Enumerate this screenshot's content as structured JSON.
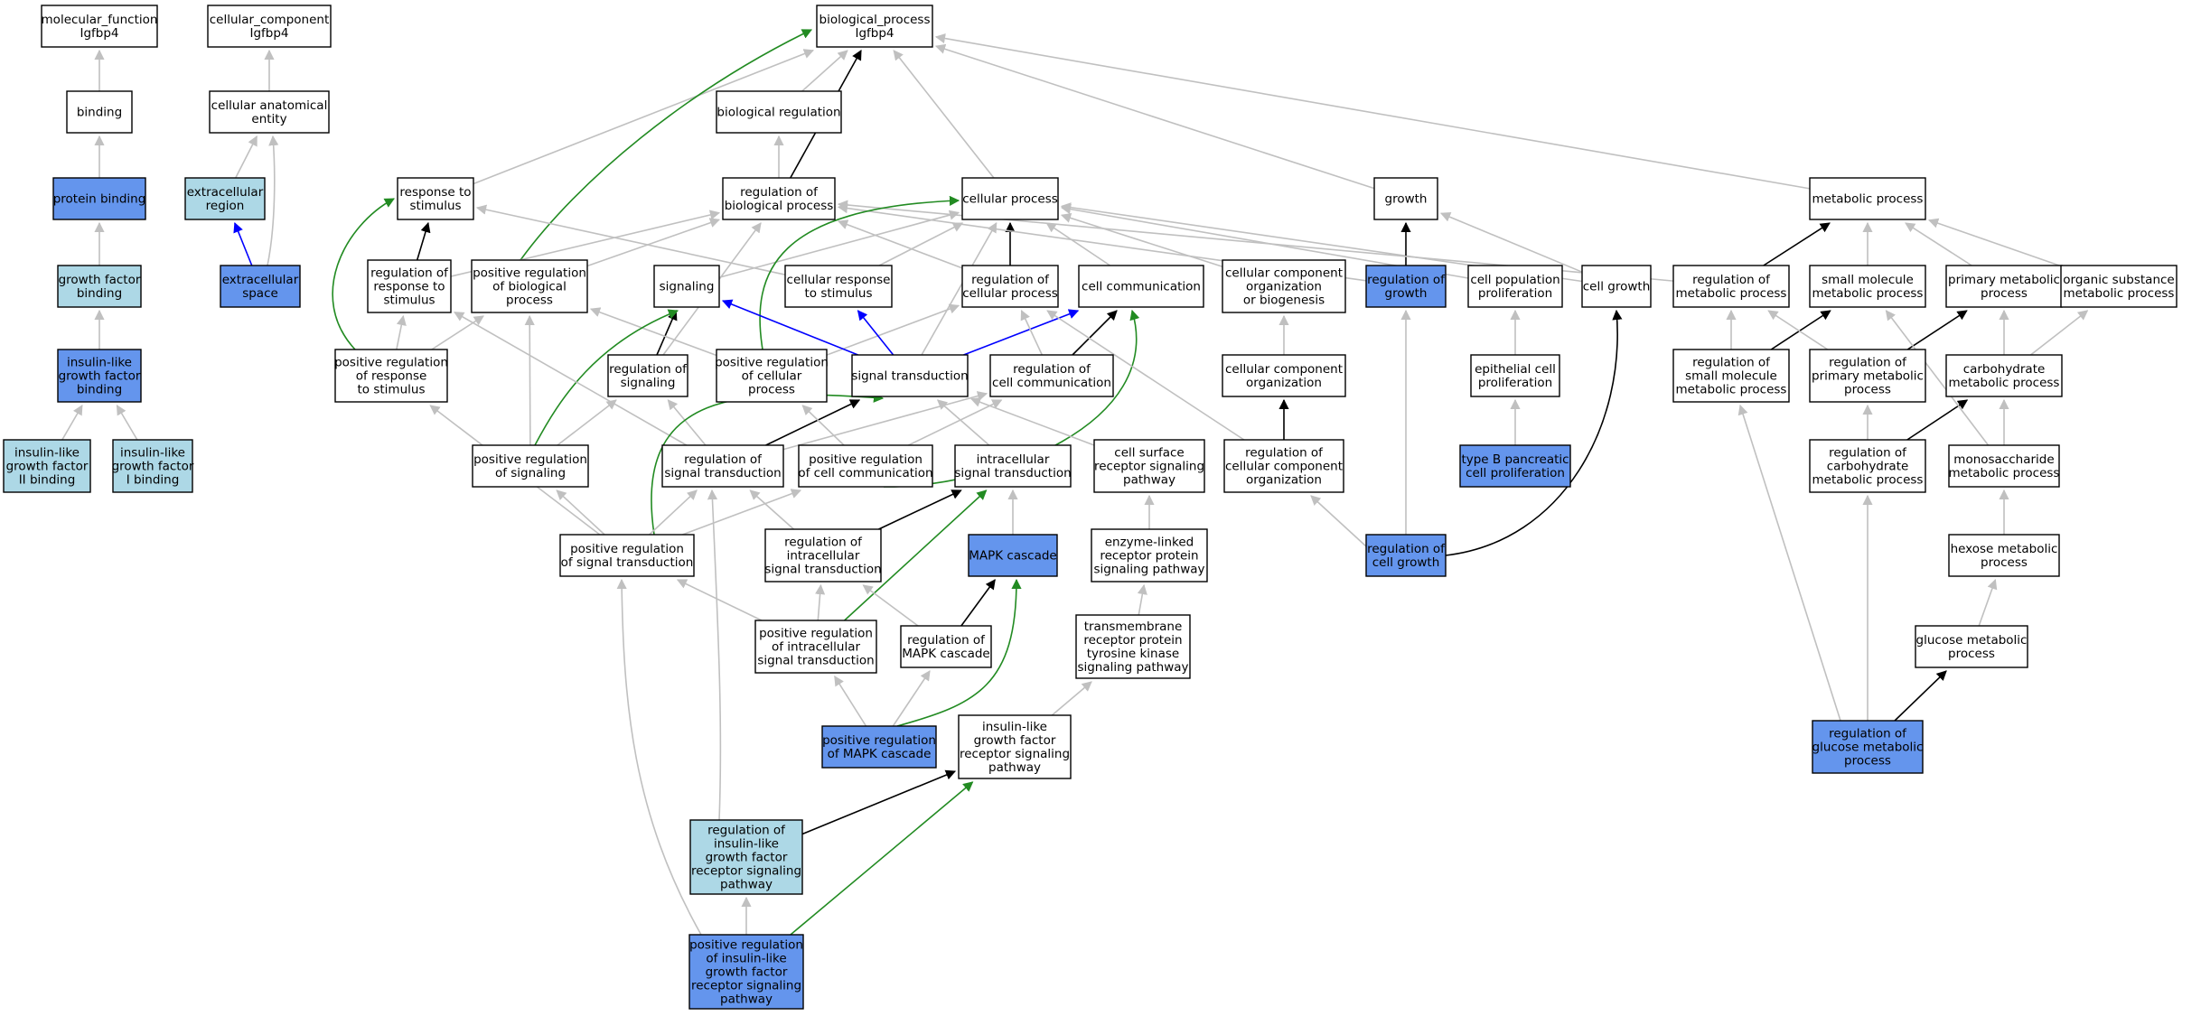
{
  "colors": {
    "plain": "#ffffff",
    "light": "#add8e6",
    "dark": "#6495ed",
    "edge_gray": "#c0c0c0",
    "edge_black": "#000000",
    "edge_green": "#228b22",
    "edge_blue": "#0000ff"
  },
  "nodes": [
    {
      "id": "mf",
      "label": "molecular_function\nIgfbp4",
      "fill": "plain"
    },
    {
      "id": "cc",
      "label": "cellular_component\nIgfbp4",
      "fill": "plain"
    },
    {
      "id": "bp",
      "label": "biological_process\nIgfbp4",
      "fill": "plain"
    },
    {
      "id": "binding",
      "label": "binding",
      "fill": "plain"
    },
    {
      "id": "cae",
      "label": "cellular anatomical\nentity",
      "fill": "plain"
    },
    {
      "id": "breg",
      "label": "biological regulation",
      "fill": "plain"
    },
    {
      "id": "pbind",
      "label": "protein binding",
      "fill": "dark"
    },
    {
      "id": "exreg",
      "label": "extracellular\nregion",
      "fill": "light"
    },
    {
      "id": "rts",
      "label": "response to\nstimulus",
      "fill": "plain"
    },
    {
      "id": "rbp",
      "label": "regulation of\nbiological process",
      "fill": "plain"
    },
    {
      "id": "cp",
      "label": "cellular process",
      "fill": "plain"
    },
    {
      "id": "growth",
      "label": "growth",
      "fill": "plain"
    },
    {
      "id": "mp",
      "label": "metabolic process",
      "fill": "plain"
    },
    {
      "id": "gfb",
      "label": "growth factor\nbinding",
      "fill": "light"
    },
    {
      "id": "exsp",
      "label": "extracellular\nspace",
      "fill": "dark"
    },
    {
      "id": "rrs",
      "label": "regulation of\nresponse to\nstimulus",
      "fill": "plain"
    },
    {
      "id": "prbp",
      "label": "positive regulation\nof biological\nprocess",
      "fill": "plain"
    },
    {
      "id": "sig",
      "label": "signaling",
      "fill": "plain"
    },
    {
      "id": "crs",
      "label": "cellular response\nto stimulus",
      "fill": "plain"
    },
    {
      "id": "rcp",
      "label": "regulation of\ncellular process",
      "fill": "plain"
    },
    {
      "id": "ccom",
      "label": "cell communication",
      "fill": "plain"
    },
    {
      "id": "ccob",
      "label": "cellular component\norganization\nor biogenesis",
      "fill": "plain"
    },
    {
      "id": "rgrowth",
      "label": "regulation of\ngrowth",
      "fill": "dark"
    },
    {
      "id": "cpp",
      "label": "cell population\nproliferation",
      "fill": "plain"
    },
    {
      "id": "cgrowth",
      "label": "cell growth",
      "fill": "plain"
    },
    {
      "id": "rmp",
      "label": "regulation of\nmetabolic process",
      "fill": "plain"
    },
    {
      "id": "smmp",
      "label": "small molecule\nmetabolic process",
      "fill": "plain"
    },
    {
      "id": "pmp",
      "label": "primary metabolic\nprocess",
      "fill": "plain"
    },
    {
      "id": "osmp",
      "label": "organic substance\nmetabolic process",
      "fill": "plain"
    },
    {
      "id": "igfb",
      "label": "insulin-like\ngrowth factor\nbinding",
      "fill": "dark"
    },
    {
      "id": "prrs",
      "label": "positive regulation\nof response\nto stimulus",
      "fill": "plain"
    },
    {
      "id": "rsig",
      "label": "regulation of\nsignaling",
      "fill": "plain"
    },
    {
      "id": "prcp",
      "label": "positive regulation\nof cellular\nprocess",
      "fill": "plain"
    },
    {
      "id": "st",
      "label": "signal transduction",
      "fill": "plain"
    },
    {
      "id": "rcc",
      "label": "regulation of\ncell communication",
      "fill": "plain"
    },
    {
      "id": "cco",
      "label": "cellular component\norganization",
      "fill": "plain"
    },
    {
      "id": "ecp",
      "label": "epithelial cell\nproliferation",
      "fill": "plain"
    },
    {
      "id": "rsmmp",
      "label": "regulation of\nsmall molecule\nmetabolic process",
      "fill": "plain"
    },
    {
      "id": "rpmp",
      "label": "regulation of\nprimary metabolic\nprocess",
      "fill": "plain"
    },
    {
      "id": "chmp",
      "label": "carbohydrate\nmetabolic process",
      "fill": "plain"
    },
    {
      "id": "igf2b",
      "label": "insulin-like\ngrowth factor\nII binding",
      "fill": "light"
    },
    {
      "id": "igf1b",
      "label": "insulin-like\ngrowth factor\nI binding",
      "fill": "light"
    },
    {
      "id": "prsig",
      "label": "positive regulation\nof signaling",
      "fill": "plain"
    },
    {
      "id": "rst",
      "label": "regulation of\nsignal transduction",
      "fill": "plain"
    },
    {
      "id": "prcc",
      "label": "positive regulation\nof cell communication",
      "fill": "plain"
    },
    {
      "id": "ist",
      "label": "intracellular\nsignal transduction",
      "fill": "plain"
    },
    {
      "id": "csrsp",
      "label": "cell surface\nreceptor signaling\npathway",
      "fill": "plain"
    },
    {
      "id": "rcco",
      "label": "regulation of\ncellular component\norganization",
      "fill": "plain"
    },
    {
      "id": "tbcp",
      "label": "type B pancreatic\ncell proliferation",
      "fill": "dark"
    },
    {
      "id": "rchmp",
      "label": "regulation of\ncarbohydrate\nmetabolic process",
      "fill": "plain"
    },
    {
      "id": "msmp",
      "label": "monosaccharide\nmetabolic process",
      "fill": "plain"
    },
    {
      "id": "prst",
      "label": "positive regulation\nof signal transduction",
      "fill": "plain"
    },
    {
      "id": "rist",
      "label": "regulation of\nintracellular\nsignal transduction",
      "fill": "plain"
    },
    {
      "id": "mapk",
      "label": "MAPK cascade",
      "fill": "dark"
    },
    {
      "id": "elrp",
      "label": "enzyme-linked\nreceptor protein\nsignaling pathway",
      "fill": "plain"
    },
    {
      "id": "rcg",
      "label": "regulation of\ncell growth",
      "fill": "dark"
    },
    {
      "id": "hmp",
      "label": "hexose metabolic\nprocess",
      "fill": "plain"
    },
    {
      "id": "prist",
      "label": "positive regulation\nof intracellular\nsignal transduction",
      "fill": "plain"
    },
    {
      "id": "rmapk",
      "label": "regulation of\nMAPK cascade",
      "fill": "plain"
    },
    {
      "id": "trptk",
      "label": "transmembrane\nreceptor protein\ntyrosine kinase\nsignaling pathway",
      "fill": "plain"
    },
    {
      "id": "gmp",
      "label": "glucose metabolic\nprocess",
      "fill": "plain"
    },
    {
      "id": "prmapk",
      "label": "positive regulation\nof MAPK cascade",
      "fill": "dark"
    },
    {
      "id": "igfrsp",
      "label": "insulin-like\ngrowth factor\nreceptor signaling\npathway",
      "fill": "plain"
    },
    {
      "id": "rgmp",
      "label": "regulation of\nglucose metabolic\nprocess",
      "fill": "dark"
    },
    {
      "id": "rigfrsp",
      "label": "regulation of\ninsulin-like\ngrowth factor\nreceptor signaling\npathway",
      "fill": "light"
    },
    {
      "id": "prigfrsp",
      "label": "positive regulation\nof insulin-like\ngrowth factor\nreceptor signaling\npathway",
      "fill": "dark"
    }
  ],
  "edges": [
    {
      "from": "binding",
      "to": "mf",
      "color": "edge_gray"
    },
    {
      "from": "cae",
      "to": "cc",
      "color": "edge_gray"
    },
    {
      "from": "breg",
      "to": "bp",
      "color": "edge_gray"
    },
    {
      "from": "pbind",
      "to": "binding",
      "color": "edge_gray"
    },
    {
      "from": "exreg",
      "to": "cae",
      "color": "edge_gray"
    },
    {
      "from": "exsp",
      "to": "cae",
      "color": "edge_gray"
    },
    {
      "from": "exsp",
      "to": "exreg",
      "color": "edge_blue"
    },
    {
      "from": "gfb",
      "to": "pbind",
      "color": "edge_gray"
    },
    {
      "from": "igfb",
      "to": "gfb",
      "color": "edge_gray"
    },
    {
      "from": "igf2b",
      "to": "igfb",
      "color": "edge_gray"
    },
    {
      "from": "igf1b",
      "to": "igfb",
      "color": "edge_gray"
    },
    {
      "from": "rts",
      "to": "bp",
      "color": "edge_gray"
    },
    {
      "from": "rbp",
      "to": "bp",
      "color": "edge_black"
    },
    {
      "from": "rbp",
      "to": "breg",
      "color": "edge_gray"
    },
    {
      "from": "cp",
      "to": "bp",
      "color": "edge_gray"
    },
    {
      "from": "growth",
      "to": "bp",
      "color": "edge_gray"
    },
    {
      "from": "mp",
      "to": "bp",
      "color": "edge_gray"
    },
    {
      "from": "prbp",
      "to": "bp",
      "color": "edge_green"
    },
    {
      "from": "prbp",
      "to": "rbp",
      "color": "edge_gray"
    },
    {
      "from": "rrs",
      "to": "rts",
      "color": "edge_black"
    },
    {
      "from": "rrs",
      "to": "rbp",
      "color": "edge_gray"
    },
    {
      "from": "prrs",
      "to": "rts",
      "color": "edge_green"
    },
    {
      "from": "prrs",
      "to": "rrs",
      "color": "edge_gray"
    },
    {
      "from": "prrs",
      "to": "prbp",
      "color": "edge_gray"
    },
    {
      "from": "sig",
      "to": "cp",
      "color": "edge_gray"
    },
    {
      "from": "crs",
      "to": "rts",
      "color": "edge_gray"
    },
    {
      "from": "crs",
      "to": "cp",
      "color": "edge_gray"
    },
    {
      "from": "rcp",
      "to": "cp",
      "color": "edge_black"
    },
    {
      "from": "rcp",
      "to": "rbp",
      "color": "edge_gray"
    },
    {
      "from": "ccom",
      "to": "cp",
      "color": "edge_gray"
    },
    {
      "from": "ccob",
      "to": "cp",
      "color": "edge_gray"
    },
    {
      "from": "cpp",
      "to": "cp",
      "color": "edge_gray"
    },
    {
      "from": "cgrowth",
      "to": "cp",
      "color": "edge_gray"
    },
    {
      "from": "cgrowth",
      "to": "growth",
      "color": "edge_gray"
    },
    {
      "from": "rgrowth",
      "to": "growth",
      "color": "edge_black"
    },
    {
      "from": "rgrowth",
      "to": "rbp",
      "color": "edge_gray"
    },
    {
      "from": "rmp",
      "to": "mp",
      "color": "edge_black"
    },
    {
      "from": "rmp",
      "to": "rbp",
      "color": "edge_gray"
    },
    {
      "from": "smmp",
      "to": "mp",
      "color": "edge_gray"
    },
    {
      "from": "pmp",
      "to": "mp",
      "color": "edge_gray"
    },
    {
      "from": "osmp",
      "to": "mp",
      "color": "edge_gray"
    },
    {
      "from": "rsig",
      "to": "sig",
      "color": "edge_black"
    },
    {
      "from": "rsig",
      "to": "rbp",
      "color": "edge_gray"
    },
    {
      "from": "prcp",
      "to": "cp",
      "color": "edge_green"
    },
    {
      "from": "prcp",
      "to": "rcp",
      "color": "edge_gray"
    },
    {
      "from": "prcp",
      "to": "prbp",
      "color": "edge_gray"
    },
    {
      "from": "st",
      "to": "sig",
      "color": "edge_blue"
    },
    {
      "from": "st",
      "to": "crs",
      "color": "edge_blue"
    },
    {
      "from": "st",
      "to": "ccom",
      "color": "edge_blue"
    },
    {
      "from": "st",
      "to": "cp",
      "color": "edge_gray"
    },
    {
      "from": "rcc",
      "to": "ccom",
      "color": "edge_black"
    },
    {
      "from": "rcc",
      "to": "rcp",
      "color": "edge_gray"
    },
    {
      "from": "cco",
      "to": "ccob",
      "color": "edge_gray"
    },
    {
      "from": "ecp",
      "to": "cpp",
      "color": "edge_gray"
    },
    {
      "from": "tbcp",
      "to": "ecp",
      "color": "edge_gray"
    },
    {
      "from": "rsmmp",
      "to": "rmp",
      "color": "edge_gray"
    },
    {
      "from": "rsmmp",
      "to": "smmp",
      "color": "edge_black"
    },
    {
      "from": "rpmp",
      "to": "rmp",
      "color": "edge_gray"
    },
    {
      "from": "rpmp",
      "to": "pmp",
      "color": "edge_black"
    },
    {
      "from": "chmp",
      "to": "pmp",
      "color": "edge_gray"
    },
    {
      "from": "chmp",
      "to": "osmp",
      "color": "edge_gray"
    },
    {
      "from": "prsig",
      "to": "sig",
      "color": "edge_green"
    },
    {
      "from": "prsig",
      "to": "rsig",
      "color": "edge_gray"
    },
    {
      "from": "prsig",
      "to": "prbp",
      "color": "edge_gray"
    },
    {
      "from": "rst",
      "to": "st",
      "color": "edge_black"
    },
    {
      "from": "rst",
      "to": "rsig",
      "color": "edge_gray"
    },
    {
      "from": "rst",
      "to": "rcc",
      "color": "edge_gray"
    },
    {
      "from": "rst",
      "to": "rrs",
      "color": "edge_gray"
    },
    {
      "from": "prcc",
      "to": "ccom",
      "color": "edge_green"
    },
    {
      "from": "prcc",
      "to": "rcc",
      "color": "edge_gray"
    },
    {
      "from": "prcc",
      "to": "prcp",
      "color": "edge_gray"
    },
    {
      "from": "ist",
      "to": "st",
      "color": "edge_gray"
    },
    {
      "from": "csrsp",
      "to": "st",
      "color": "edge_gray"
    },
    {
      "from": "rcco",
      "to": "cco",
      "color": "edge_black"
    },
    {
      "from": "rcco",
      "to": "rcp",
      "color": "edge_gray"
    },
    {
      "from": "rchmp",
      "to": "chmp",
      "color": "edge_black"
    },
    {
      "from": "rchmp",
      "to": "rpmp",
      "color": "edge_gray"
    },
    {
      "from": "msmp",
      "to": "chmp",
      "color": "edge_gray"
    },
    {
      "from": "msmp",
      "to": "smmp",
      "color": "edge_gray"
    },
    {
      "from": "prst",
      "to": "st",
      "color": "edge_green"
    },
    {
      "from": "prst",
      "to": "rst",
      "color": "edge_gray"
    },
    {
      "from": "prst",
      "to": "prsig",
      "color": "edge_gray"
    },
    {
      "from": "prst",
      "to": "prcc",
      "color": "edge_gray"
    },
    {
      "from": "prst",
      "to": "prrs",
      "color": "edge_gray"
    },
    {
      "from": "rist",
      "to": "ist",
      "color": "edge_black"
    },
    {
      "from": "rist",
      "to": "rst",
      "color": "edge_gray"
    },
    {
      "from": "mapk",
      "to": "ist",
      "color": "edge_gray"
    },
    {
      "from": "elrp",
      "to": "csrsp",
      "color": "edge_gray"
    },
    {
      "from": "rcg",
      "to": "cgrowth",
      "color": "edge_black"
    },
    {
      "from": "rcg",
      "to": "rgrowth",
      "color": "edge_gray"
    },
    {
      "from": "rcg",
      "to": "rcco",
      "color": "edge_gray"
    },
    {
      "from": "hmp",
      "to": "msmp",
      "color": "edge_gray"
    },
    {
      "from": "prist",
      "to": "ist",
      "color": "edge_green"
    },
    {
      "from": "prist",
      "to": "rist",
      "color": "edge_gray"
    },
    {
      "from": "prist",
      "to": "prst",
      "color": "edge_gray"
    },
    {
      "from": "rmapk",
      "to": "mapk",
      "color": "edge_black"
    },
    {
      "from": "rmapk",
      "to": "rist",
      "color": "edge_gray"
    },
    {
      "from": "trptk",
      "to": "elrp",
      "color": "edge_gray"
    },
    {
      "from": "gmp",
      "to": "hmp",
      "color": "edge_gray"
    },
    {
      "from": "prmapk",
      "to": "mapk",
      "color": "edge_green"
    },
    {
      "from": "prmapk",
      "to": "rmapk",
      "color": "edge_gray"
    },
    {
      "from": "prmapk",
      "to": "prist",
      "color": "edge_gray"
    },
    {
      "from": "igfrsp",
      "to": "trptk",
      "color": "edge_gray"
    },
    {
      "from": "rgmp",
      "to": "gmp",
      "color": "edge_black"
    },
    {
      "from": "rgmp",
      "to": "rchmp",
      "color": "edge_gray"
    },
    {
      "from": "rgmp",
      "to": "rsmmp",
      "color": "edge_gray"
    },
    {
      "from": "rigfrsp",
      "to": "igfrsp",
      "color": "edge_black"
    },
    {
      "from": "rigfrsp",
      "to": "rst",
      "color": "edge_gray"
    },
    {
      "from": "prigfrsp",
      "to": "igfrsp",
      "color": "edge_green"
    },
    {
      "from": "prigfrsp",
      "to": "rigfrsp",
      "color": "edge_gray"
    },
    {
      "from": "prigfrsp",
      "to": "prst",
      "color": "edge_gray"
    }
  ]
}
